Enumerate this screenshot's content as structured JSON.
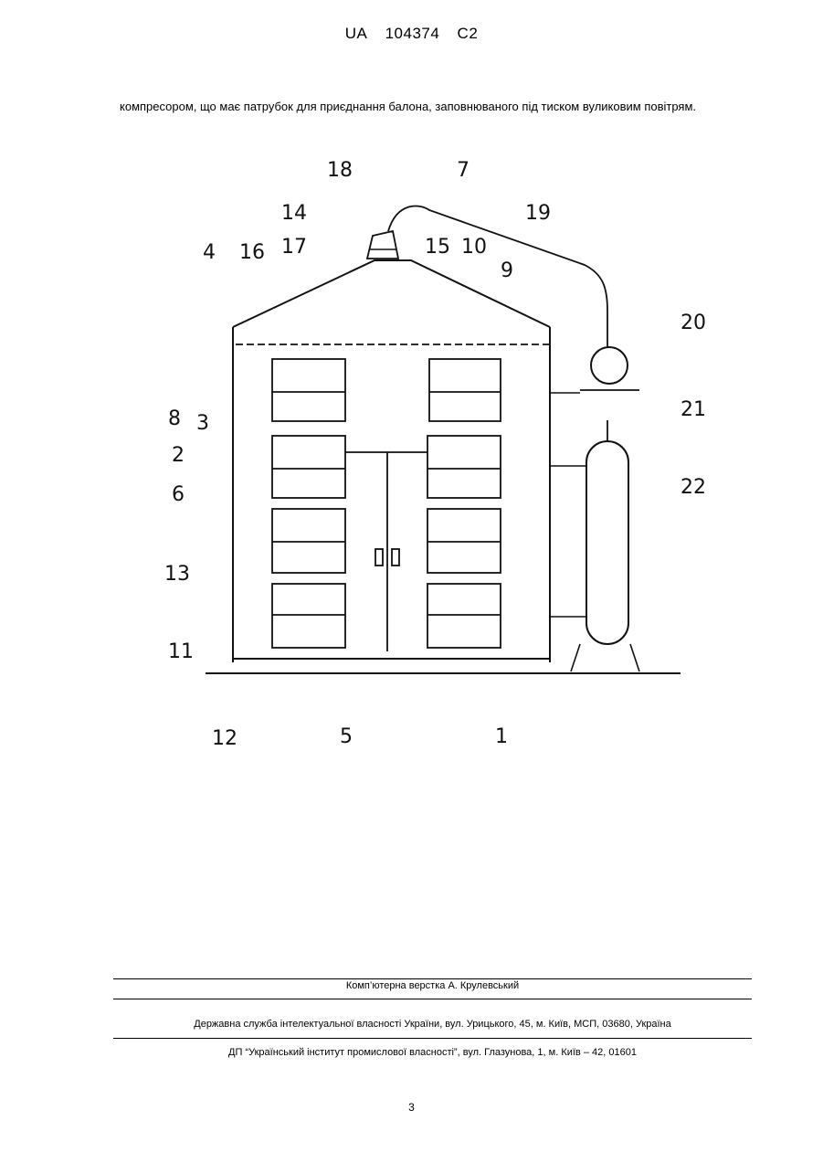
{
  "header": {
    "country": "UA",
    "number": "104374",
    "kind": "C2"
  },
  "body": {
    "paragraph": "компресором, що має патрубок для приєднання балона, заповнюваного під тиском вуликовим повітрям."
  },
  "figure": {
    "labels": [
      "18",
      "7",
      "14",
      "19",
      "17",
      "15",
      "10",
      "4",
      "16",
      "9",
      "20",
      "8",
      "3",
      "21",
      "2",
      "22",
      "6",
      "13",
      "11",
      "12",
      "5",
      "1"
    ]
  },
  "footer": {
    "layout": "Комп’ютерна верстка А. Крулевський",
    "service": "Державна служба інтелектуальної власності України, вул. Урицького, 45, м. Київ, МСП, 03680, Україна",
    "institute": "ДП “Український інститут промислової власності”, вул. Глазунова, 1, м. Київ – 42, 01601"
  },
  "page_number": "3"
}
